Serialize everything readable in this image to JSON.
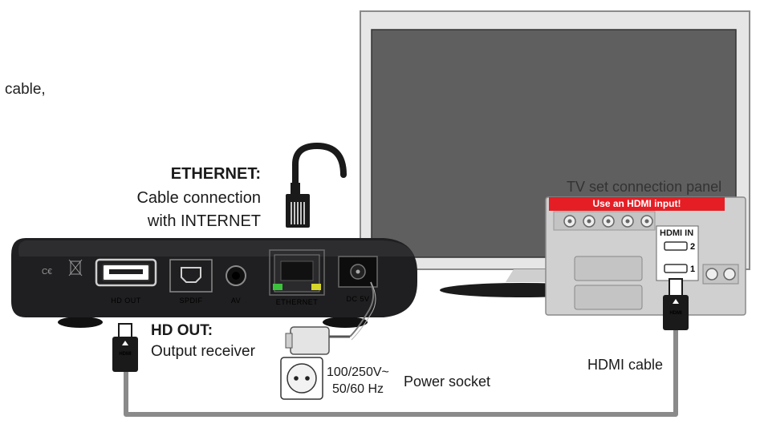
{
  "stray_text": "cable,",
  "ethernet": {
    "title": "ETHERNET:",
    "line1": "Cable connection",
    "line2": "with INTERNET"
  },
  "receiver": {
    "port_labels": [
      "HD OUT",
      "SPDIF",
      "AV",
      "ETHERNET",
      "DC 5V"
    ]
  },
  "hd_out": {
    "title": "HD OUT:",
    "subtitle": "Output receiver"
  },
  "power": {
    "voltage": "100/250V~",
    "frequency": "50/60 Hz",
    "socket_label": "Power socket"
  },
  "hdmi_cable_label": "HDMI cable",
  "hdmi_plug_text": "HDMI",
  "tv_panel": {
    "title": "TV set connection panel",
    "warning": "Use an HDMI input!",
    "hdmi_in_label": "HDMI IN",
    "port_2": "2",
    "port_1": "1"
  },
  "colors": {
    "warning_red": "#e51e25",
    "receiver_body": "#1f1f21",
    "tv_screen": "#5f5f5f",
    "cable_grey": "#8a8a8a",
    "ethernet_led_green": "#3cc33c",
    "ethernet_led_yellow": "#d6d62a"
  }
}
